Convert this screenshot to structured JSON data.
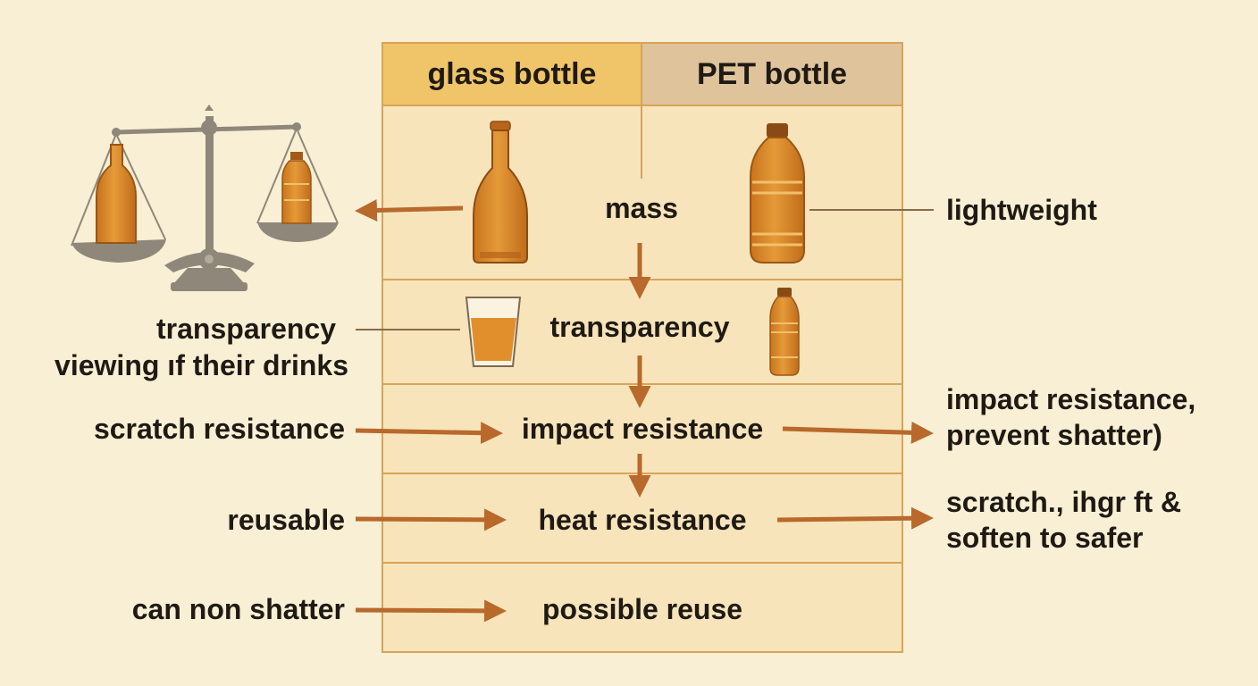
{
  "table": {
    "headers": [
      "glass bottle",
      "PET bottle"
    ],
    "rows": [
      "mass",
      "transparency",
      "impact resistance",
      "heat resistance",
      "possible reuse"
    ]
  },
  "left_labels": {
    "transparency_line1": "transparency",
    "transparency_line2": "viewing ıf their drinks",
    "scratch": "scratch resistance",
    "reusable": "reusable",
    "non_shatter": "can non shatter"
  },
  "right_labels": {
    "lightweight": "lightweight",
    "impact_line1": "impact resistance,",
    "impact_line2": "prevent shatter)",
    "heat_line1": "scratch., ihgr ft &",
    "heat_line2": "soften to safer"
  },
  "colors": {
    "background": "#f8efd4",
    "header_glass": "#f0c469",
    "header_pet": "#dfc49b",
    "table_fill": "#f7e4bb",
    "table_border": "#d8a457",
    "arrow": "#b8692b",
    "bottle": "#d98a2b",
    "scale": "#8f877a"
  },
  "icons": [
    "balance-scale-icon",
    "glass-bottle-icon",
    "pet-bottle-icon",
    "drinking-glass-icon",
    "small-pet-bottle-icon"
  ]
}
